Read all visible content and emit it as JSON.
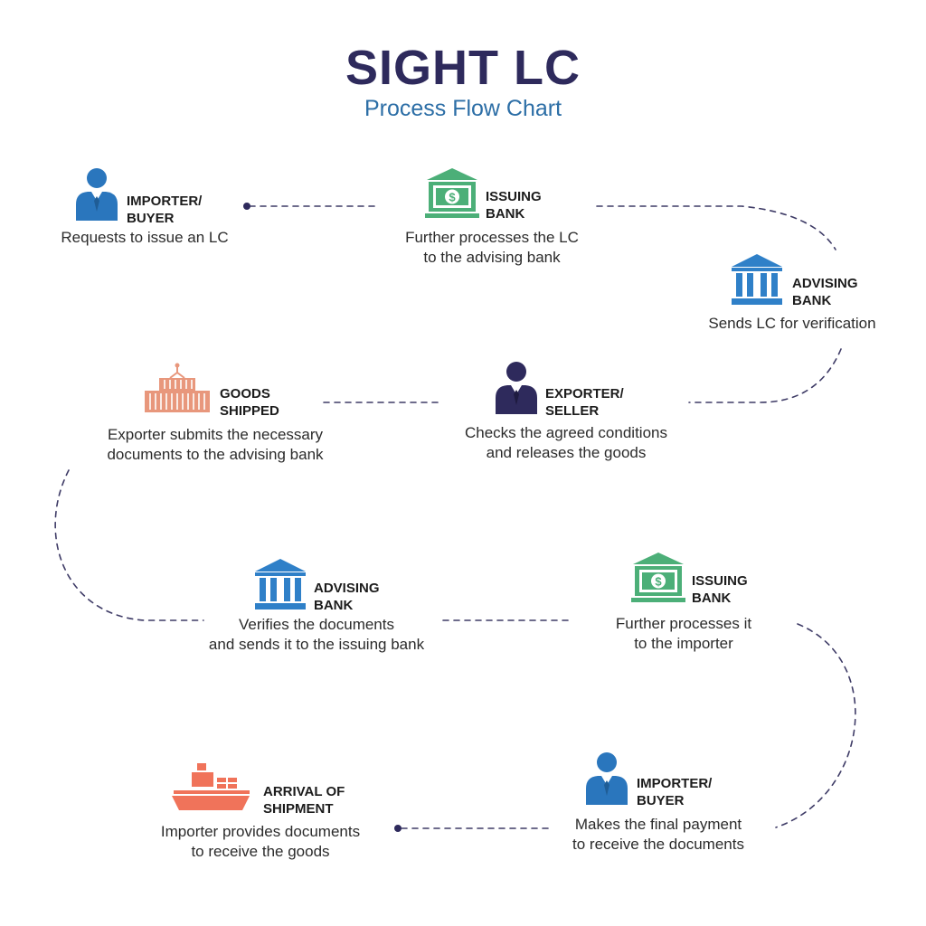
{
  "header": {
    "title": "SIGHT LC",
    "subtitle": "Process Flow Chart"
  },
  "colors": {
    "navy": "#2e2a5c",
    "blue": "#2c6ea6",
    "person_blue": "#2a76bd",
    "bank_green": "#4caf78",
    "bank_blue": "#2f80c8",
    "goods_salmon": "#e8977c",
    "ship_red": "#f0735a",
    "line": "#3e3b66"
  },
  "steps": [
    {
      "icon": "person-icon",
      "label": "IMPORTER/\nBUYER",
      "description": "Requests to issue an LC"
    },
    {
      "icon": "issuing-bank-icon",
      "label": "ISSUING\nBANK",
      "description": "Further processes the LC\nto the advising bank"
    },
    {
      "icon": "advising-bank-icon",
      "label": "ADVISING\nBANK",
      "description": "Sends LC for verification"
    },
    {
      "icon": "person-icon",
      "label": "EXPORTER/\nSELLER",
      "description": "Checks the agreed conditions\nand releases the goods"
    },
    {
      "icon": "container-icon",
      "label": "GOODS\nSHIPPED",
      "description": "Exporter submits the necessary\ndocuments to the advising bank"
    },
    {
      "icon": "advising-bank-icon",
      "label": "ADVISING\nBANK",
      "description": "Verifies the documents\nand sends it to the issuing bank"
    },
    {
      "icon": "issuing-bank-icon",
      "label": "ISSUING\nBANK",
      "description": "Further processes it\nto the importer"
    },
    {
      "icon": "person-icon",
      "label": "IMPORTER/\nBUYER",
      "description": "Makes the final payment\nto receive the documents"
    },
    {
      "icon": "ship-icon",
      "label": "ARRIVAL OF\nSHIPMENT",
      "description": "Importer provides documents\nto receive the goods"
    }
  ]
}
